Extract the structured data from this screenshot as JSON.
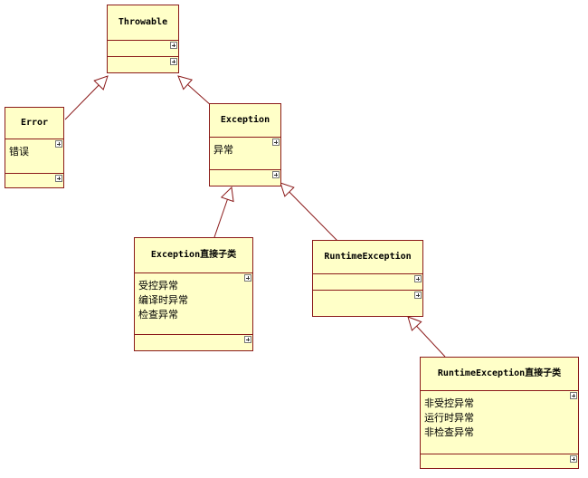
{
  "diagram": {
    "classes": [
      {
        "key": "throwable",
        "name": "Throwable",
        "lines": []
      },
      {
        "key": "error",
        "name": "Error",
        "lines": [
          "错误"
        ]
      },
      {
        "key": "exception",
        "name": "Exception",
        "lines": [
          "异常"
        ]
      },
      {
        "key": "exception-direct-subclass",
        "name": "Exception直接子类",
        "lines": [
          "受控异常",
          "编译时异常",
          "检查异常"
        ]
      },
      {
        "key": "runtime-exception",
        "name": "RuntimeException",
        "lines": []
      },
      {
        "key": "runtime-exception-direct-subclass",
        "name": "RuntimeException直接子类",
        "lines": [
          "非受控异常",
          "运行时异常",
          "非检查异常"
        ]
      }
    ],
    "inheritance": [
      {
        "child": "error",
        "parent": "throwable"
      },
      {
        "child": "exception",
        "parent": "throwable"
      },
      {
        "child": "exception-direct-subclass",
        "parent": "exception"
      },
      {
        "child": "runtime-exception",
        "parent": "exception"
      },
      {
        "child": "runtime-exception-direct-subclass",
        "parent": "runtime-exception"
      }
    ],
    "colors": {
      "box_fill": "#ffffc8",
      "border": "#8b1a1a",
      "edge": "#8b1a1a"
    }
  }
}
